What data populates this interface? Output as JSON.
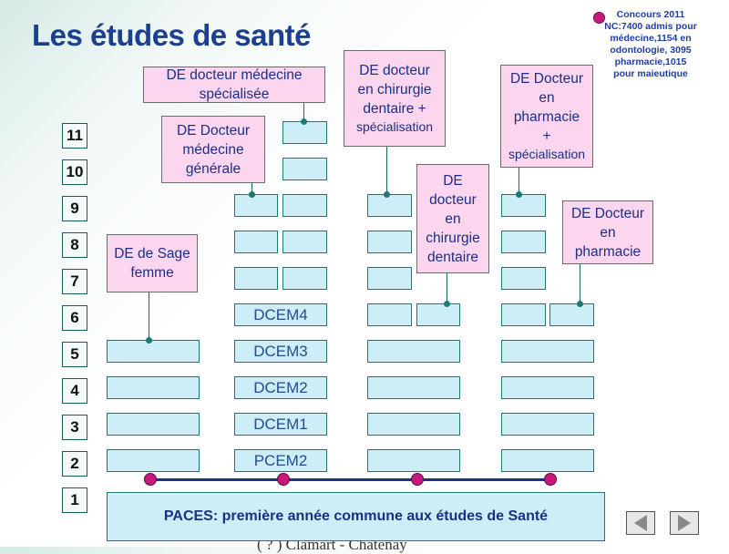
{
  "title": "Les études de santé",
  "concours": {
    "line1": "Concours 2011",
    "line2": "NC:7400 admis pour",
    "line3": "médecine,1154 en",
    "line4": "odontologie, 3095",
    "line5": "pharmacie,1015",
    "line6": "pour maieutique"
  },
  "years": [
    "11",
    "10",
    "9",
    "8",
    "7",
    "6",
    "5",
    "4",
    "3",
    "2",
    "1"
  ],
  "cells": {
    "dcem4": "DCEM4",
    "dcem3": "DCEM3",
    "dcem2": "DCEM2",
    "dcem1": "DCEM1",
    "pcem2": "PCEM2"
  },
  "labels": {
    "sage_femme": {
      "l1": "DE de Sage",
      "l2": "femme"
    },
    "med_generale": {
      "l1": "DE Docteur",
      "l2": "médecine",
      "l3": "générale"
    },
    "med_specialisee": {
      "l1": "DE docteur médecine",
      "l2": "spécialisée"
    },
    "chir_dent_spec": {
      "l1": "DE docteur",
      "l2": "en chirurgie",
      "l3": "dentaire +",
      "l4": "spécialisation"
    },
    "chir_dent": {
      "l1": "DE",
      "l2": "docteur",
      "l3": "en",
      "l4": "chirurgie",
      "l5": "dentaire"
    },
    "pharma_spec": {
      "l1": "DE Docteur",
      "l2": "en",
      "l3": "pharmacie",
      "l4": "+",
      "l5": "spécialisation"
    },
    "pharma": {
      "l1": "DE Docteur",
      "l2": "en",
      "l3": "pharmacie"
    }
  },
  "paces": "PACES: première année commune aux études de Santé",
  "background_text": "( ? ) Clamart - Chatenay"
}
